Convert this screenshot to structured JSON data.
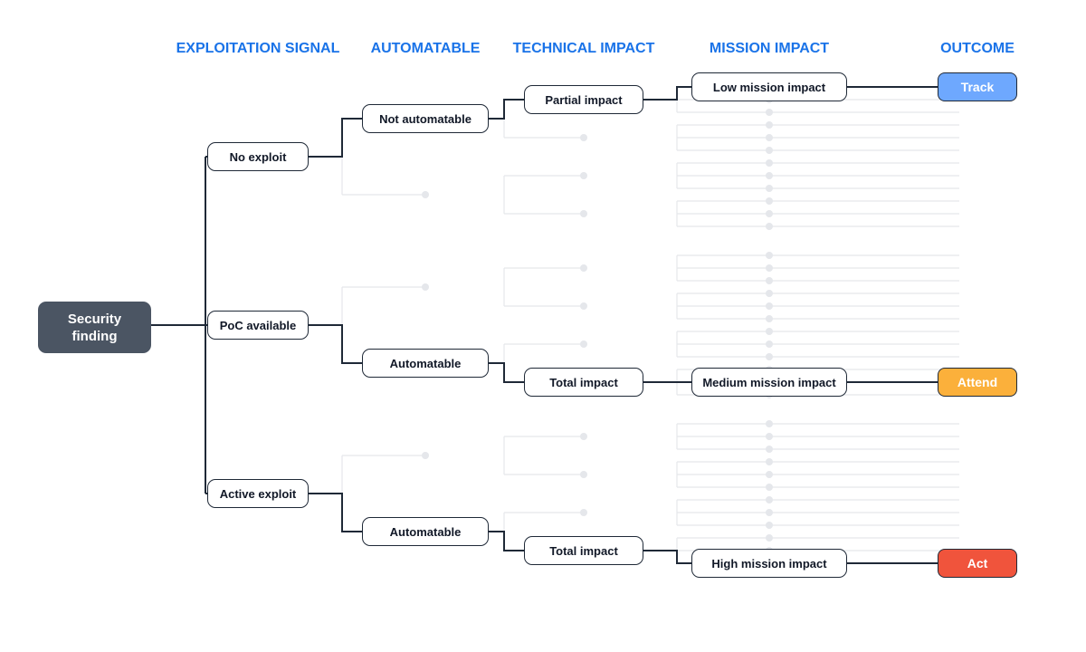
{
  "headers": {
    "exploitation": "EXPLOITATION SIGNAL",
    "automatable": "AUTOMATABLE",
    "technical": "TECHNICAL IMPACT",
    "mission": "MISSION IMPACT",
    "outcome": "OUTCOME"
  },
  "root": {
    "line1": "Security",
    "line2": "finding"
  },
  "exploitation": [
    "No exploit",
    "PoC available",
    "Active exploit"
  ],
  "automatable": [
    "Not automatable",
    "Automatable",
    "Automatable"
  ],
  "technical": [
    "Partial impact",
    "Total impact",
    "Total impact"
  ],
  "mission": [
    "Low mission impact",
    "Medium mission impact",
    "High mission impact"
  ],
  "outcomes": [
    {
      "label": "Track",
      "color": "#6ea8fe"
    },
    {
      "label": "Attend",
      "color": "#fbb03b"
    },
    {
      "label": "Act",
      "color": "#f0543c"
    }
  ],
  "colors": {
    "header": "#1a73e8",
    "line": "#1f2937",
    "faded_line": "#e5e7eb",
    "faded_dot": "#e5e7eb",
    "root_fill": "#4b5563"
  }
}
